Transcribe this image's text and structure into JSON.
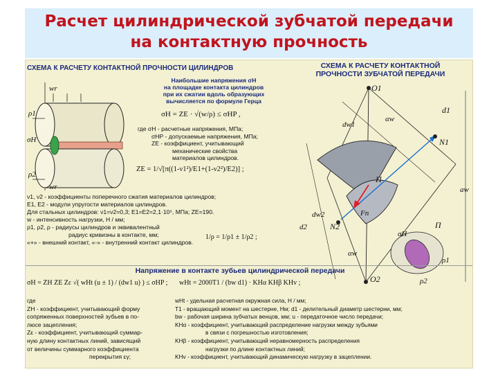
{
  "slide": {
    "title_line1": "Расчет цилиндрической зубчатой передачи",
    "title_line2": "на контактную прочность"
  },
  "left_panel": {
    "heading": "СХЕМА К РАСЧЕТУ КОНТАКТНОЙ ПРОЧНОСТИ ЦИЛИНДРОВ",
    "intro": [
      "Наибольшие напряжения σH",
      "на площадке контакта цилиндров",
      "при их сжатии вдоль образующих",
      "вычисляется по формуле Герца"
    ],
    "hertz_formula": "σH = ZE · √(w/ρ) ≤ σHP ,",
    "where_lines": [
      "где σH - расчетные напряжения, МПа;",
      "σHP - допускаемые напряжения, МПа;",
      "ZE - коэффициент, учитывающий",
      "механические свойства",
      "материалов цилиндров."
    ],
    "ze_formula": "ZE = 1/√[π((1-ν1²)/E1+(1-ν2²)/E2)] ;",
    "coef_lines": [
      "ν1, ν2 - коэффициенты поперечного сжатия материалов цилиндров;",
      "E1, E2 - модули упругости материалов цилиндров.",
      "Для стальных цилиндров: ν1=ν2=0,3; E1=E2=2,1·10⁵, МПа; ZE=190.",
      "w - интенсивность нагрузки, Н / мм;",
      "ρ1, ρ2, ρ - радиусы цилиндров и эквивалентный",
      "радиус кривизны в контакте, мм;",
      "«+» - внешний контакт, «-» - внутренний контакт цилиндров."
    ],
    "rho_formula": "1/ρ = 1/ρ1 ± 1/ρ2 ;",
    "figure_labels": {
      "rho1": "ρ1",
      "rho2": "ρ2",
      "sigmaH": "σH",
      "w_top": "wr",
      "w_bottom": "wr"
    }
  },
  "right_panel": {
    "heading_line1": "СХЕМА К РАСЧЕТУ КОНТАКТНОЙ",
    "heading_line2": "ПРОЧНОСТИ ЗУБЧАТОЙ ПЕРЕДАЧИ",
    "labels": {
      "O1": "O1",
      "O2": "O2",
      "d1": "d1",
      "dw1": "dw1",
      "dw2": "dw2",
      "d2": "d2",
      "aw": "aw",
      "N1": "N1",
      "N2": "N2",
      "P": "П",
      "Fn": "Fn",
      "P2": "П",
      "rho1": "ρ1",
      "rho2": "ρ2",
      "sigma_h": "σH",
      "alpha_w1": "αw",
      "alpha_w2": "αw"
    }
  },
  "bottom": {
    "heading": "Напряжение в контакте зубьев цилиндрической передачи",
    "main_formula": "σH = ZH ZE Zε √( wHt (u ± 1) / (dw1 u) ) ≤ σHP ;",
    "wht_formula": "wHt = 2000T1 / (bw d1) · KHα KHβ KHv ;",
    "left_lines": [
      "где",
      "ZH - коэффициент, учитывающий форму",
      "сопряженных поверхностей зубьев в по-",
      "люсе зацепления;",
      "Zε - коэффициент, учитывающий суммар-",
      "ную длину контактных линий, зависящий",
      "от величины суммарного коэффициента",
      "перекрытия εγ;"
    ],
    "right_lines": [
      "wHt - удельная расчетная окружная сила, Н / мм;",
      "T1 - вращающий момент на шестерне, Нм; d1 - делительный диаметр шестерни, мм;",
      "bw - рабочая ширина зубчатых венцов, мм; u - передаточное число передачи;",
      "KHα - коэффициент, учитывающий распределение нагрузки между зубьями",
      "в связи с погрешностью изготовления;",
      "KHβ - коэффициент, учитывающий неравномерность распределения",
      "нагрузки по длине контактных линий;",
      "KHv - коэффициент, учитывающий динамическую нагрузку в зацеплении."
    ]
  },
  "colors": {
    "title": "#c0141e",
    "title_band": "#dbeefb",
    "poster": "#f3f1d2",
    "heading": "#1b2a7a",
    "contact_patch": "#e6a08c",
    "gear_fill": "#9aa0aa",
    "arrow_red": "#e0202a",
    "arrow_blue": "#1a6fd0"
  }
}
